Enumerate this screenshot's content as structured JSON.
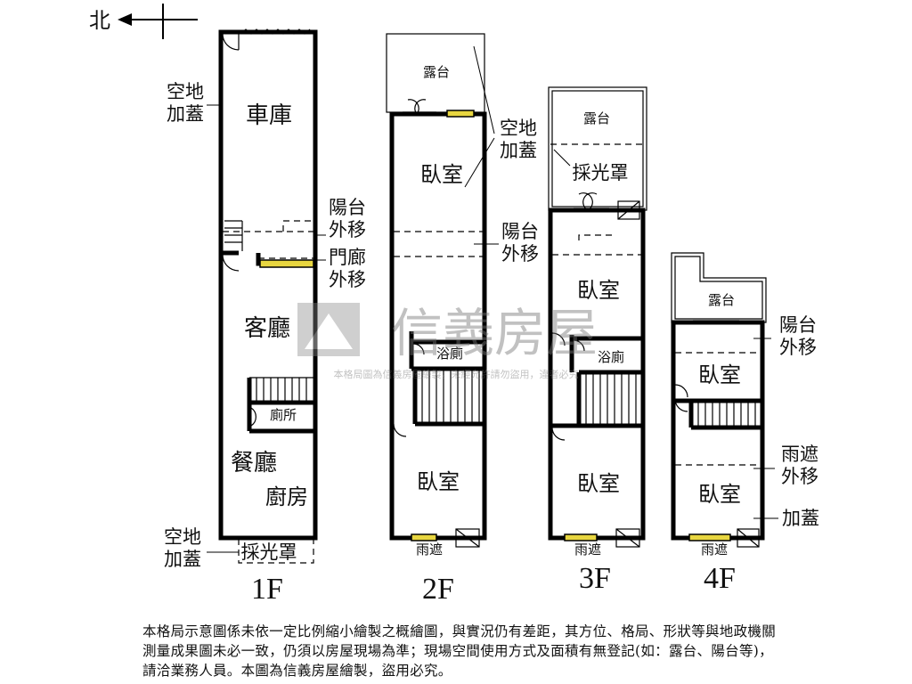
{
  "compass": {
    "north": "北"
  },
  "floors": {
    "f1": {
      "label": "1F",
      "rooms": {
        "garage": "車庫",
        "living": "客廳",
        "toilet": "廁所",
        "dining": "餐廳",
        "kitchen": "廚房"
      },
      "notes": {
        "void_top": "空地\n加蓋",
        "balcony_shift": "陽台\n外移",
        "porch_shift": "門廊\n外移",
        "void_bottom": "空地\n加蓋",
        "skylight": "採光罩"
      }
    },
    "f2": {
      "label": "2F",
      "rooms": {
        "terrace": "露台",
        "bed_top": "臥室",
        "bath": "浴廁",
        "bed_bottom": "臥室",
        "canopy": "雨遮"
      },
      "notes": {
        "void": "空地\n加蓋",
        "balcony_shift": "陽台\n外移"
      }
    },
    "f3": {
      "label": "3F",
      "rooms": {
        "terrace": "露台",
        "skylight": "採光罩",
        "bed_top": "臥室",
        "bath": "浴廁",
        "bed_bottom": "臥室",
        "canopy": "雨遮"
      }
    },
    "f4": {
      "label": "4F",
      "rooms": {
        "terrace": "露台",
        "bed_top": "臥室",
        "bed_bottom": "臥室",
        "canopy": "雨遮"
      },
      "notes": {
        "balcony_shift": "陽台\n外移",
        "canopy_shift": "雨遮\n外移",
        "addition": "加蓋"
      }
    }
  },
  "watermark": {
    "brand": "信義房屋",
    "line": "本格局圖為信義房屋繪製，未經允許請勿盜用，違者必究"
  },
  "disclaimer": "本格局示意圖係未依一定比例縮小繪製之概繪圖，與實況仍有差距，其方位、格局、形狀等與地政機關測量成果圖未必一致，仍須以房屋現場為準；現場空間使用方式及面積有無登記(如：露台、陽台等)，請洽業務人員。本圖為信義房屋繪製，盜用必究。"
}
